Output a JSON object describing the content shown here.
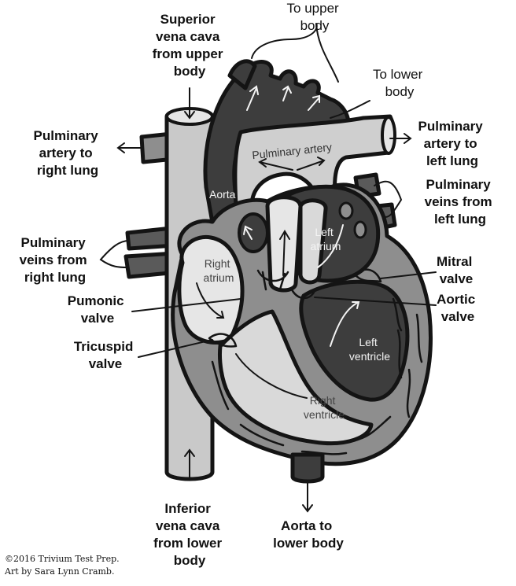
{
  "diagram": {
    "labels": {
      "superior_vena_cava": [
        "Superior",
        "vena cava",
        "from upper",
        "body"
      ],
      "to_upper_body": [
        "To upper",
        "body"
      ],
      "to_lower_body": [
        "To lower",
        "body"
      ],
      "pulm_artery_right_lung": [
        "Pulminary",
        "artery to",
        "right lung"
      ],
      "pulm_artery_left_lung": [
        "Pulminary",
        "artery to",
        "left lung"
      ],
      "pulm_veins_left_lung": [
        "Pulminary",
        "veins from",
        "left lung"
      ],
      "pulm_veins_right_lung": [
        "Pulminary",
        "veins from",
        "right lung"
      ],
      "mitral_valve": [
        "Mitral",
        "valve"
      ],
      "aortic_valve": [
        "Aortic",
        "valve"
      ],
      "pumonic_valve": [
        "Pumonic",
        "valve"
      ],
      "tricuspid_valve": [
        "Tricuspid",
        "valve"
      ],
      "inferior_vena_cava": [
        "Inferior",
        "vena cava",
        "from lower",
        "body"
      ],
      "aorta_to_lower_body": [
        "Aorta to",
        "lower body"
      ]
    },
    "interior_labels": {
      "pulmonary_artery": "Pulminary artery",
      "aorta": "Aorta",
      "left_atrium": [
        "Left",
        "atrium"
      ],
      "right_atrium": [
        "Right",
        "atrium"
      ],
      "left_ventricle": [
        "Left",
        "ventricle"
      ],
      "right_ventricle": [
        "Right",
        "ventricle"
      ]
    },
    "credit": [
      "©2016 Trivium Test Prep.",
      "Art by Sara Lynn Cramb."
    ],
    "colors": {
      "outline": "#141414",
      "dark_chamber": "#3d3d3d",
      "mid_gray": "#8e8e8e",
      "light_gray": "#c9c9c9",
      "pale": "#e2e2e2"
    }
  }
}
